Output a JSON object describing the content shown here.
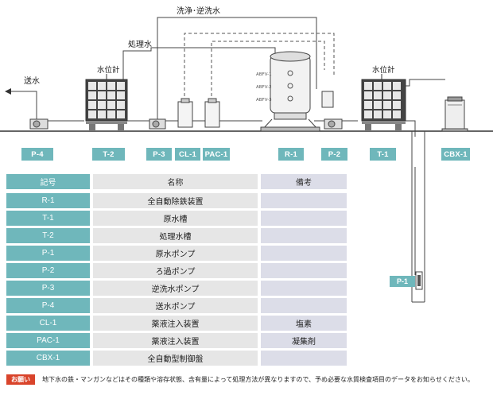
{
  "diagram": {
    "labels": {
      "backwash": "洗浄･逆洗水",
      "treated_water": "処理水",
      "send_water": "送水",
      "level_gauge_left": "水位計",
      "level_gauge_right": "水位計",
      "abfv1": "ABFV-1",
      "abfv2": "ABFV-2",
      "abfv3": "ABFV-3"
    },
    "tags": [
      "P-4",
      "T-2",
      "P-3",
      "CL-1",
      "PAC-1",
      "R-1",
      "P-2",
      "T-1",
      "CBX-1"
    ],
    "well_tag": "P-1"
  },
  "table": {
    "headers": {
      "code": "記号",
      "name": "名称",
      "note": "備考"
    },
    "rows": [
      {
        "code": "R-1",
        "name": "全自動除鉄装置",
        "note": ""
      },
      {
        "code": "T-1",
        "name": "原水槽",
        "note": ""
      },
      {
        "code": "T-2",
        "name": "処理水槽",
        "note": ""
      },
      {
        "code": "P-1",
        "name": "原水ポンプ",
        "note": ""
      },
      {
        "code": "P-2",
        "name": "ろ過ポンプ",
        "note": ""
      },
      {
        "code": "P-3",
        "name": "逆洗水ポンプ",
        "note": ""
      },
      {
        "code": "P-4",
        "name": "送水ポンプ",
        "note": ""
      },
      {
        "code": "CL-1",
        "name": "薬液注入装置",
        "note": "塩素"
      },
      {
        "code": "PAC-1",
        "name": "薬液注入装置",
        "note": "凝集剤"
      },
      {
        "code": "CBX-1",
        "name": "全自動型制御盤",
        "note": ""
      }
    ]
  },
  "notice": {
    "badge": "お願い",
    "text": "地下水の鉄・マンガンなどはその種類や溶存状態、含有量によって処理方法が異なりますので、予め必要な水質検査項目のデータをお知らせください。"
  }
}
